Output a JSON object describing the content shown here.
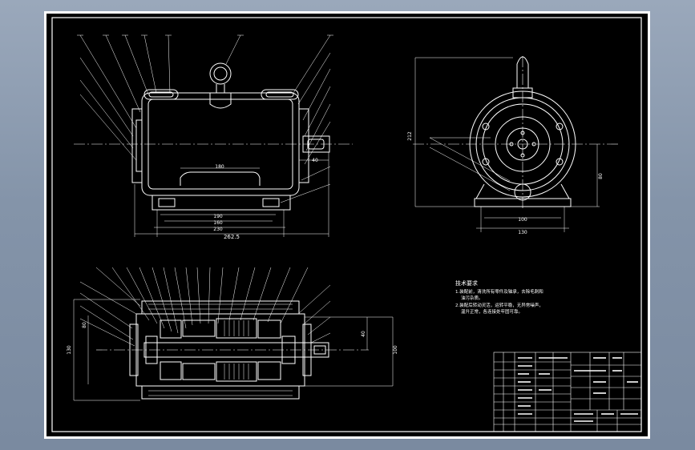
{
  "colors": {
    "workspace_bg": "#8a98ad",
    "sheet_outer": "#ffffff",
    "sheet_bg": "#000000",
    "line": "#ffffff"
  },
  "front_view": {
    "dim_inner_180": "180",
    "dim_190": "190",
    "dim_160": "160",
    "dim_230": "230",
    "dim_overall": "262.5",
    "dim_side_40": "40"
  },
  "side_view": {
    "dim_height": "212",
    "dim_shaft_center": "80",
    "dim_foot_100": "100",
    "dim_foot_130": "130"
  },
  "top_view": {
    "dim_left_height": "130",
    "dim_left_inner": "80",
    "dim_right_height": "100",
    "dim_right_inner": "40"
  },
  "technical_requirements": {
    "title": "技术要求",
    "line1": "1.装配前，清洗所有零件及轴承，去除毛刺和",
    "line2": "油污杂质。",
    "line3": "2.装配后转动灵活，运转平稳，无异常噪声，",
    "line4": "温升正常，各连接处牢固可靠。"
  }
}
